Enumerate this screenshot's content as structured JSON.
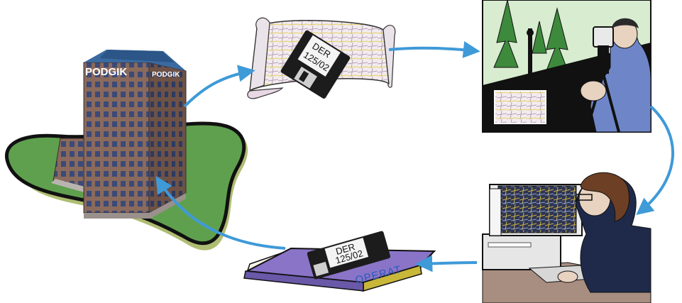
{
  "building": {
    "sign_main": "PODGIK",
    "sign_side": "PODGIK"
  },
  "map_scroll": {
    "disk_line1": "DER",
    "disk_line2": "125/02"
  },
  "book": {
    "title": "OPERAT",
    "disk_line1": "DER",
    "disk_line2": "125/02"
  },
  "colors": {
    "arrow": "#3f9ad8",
    "lawn": "#5fa04e",
    "building": "#8a6a5c",
    "roof": "#3a6aa0",
    "book_cover": "#8a74c8",
    "field_sky": "#d8ecd0"
  },
  "icons": [
    "building-icon",
    "map-scroll-icon",
    "surveyor-scene-icon",
    "computer-operator-icon",
    "book-icon",
    "floppy-disk-icon"
  ]
}
